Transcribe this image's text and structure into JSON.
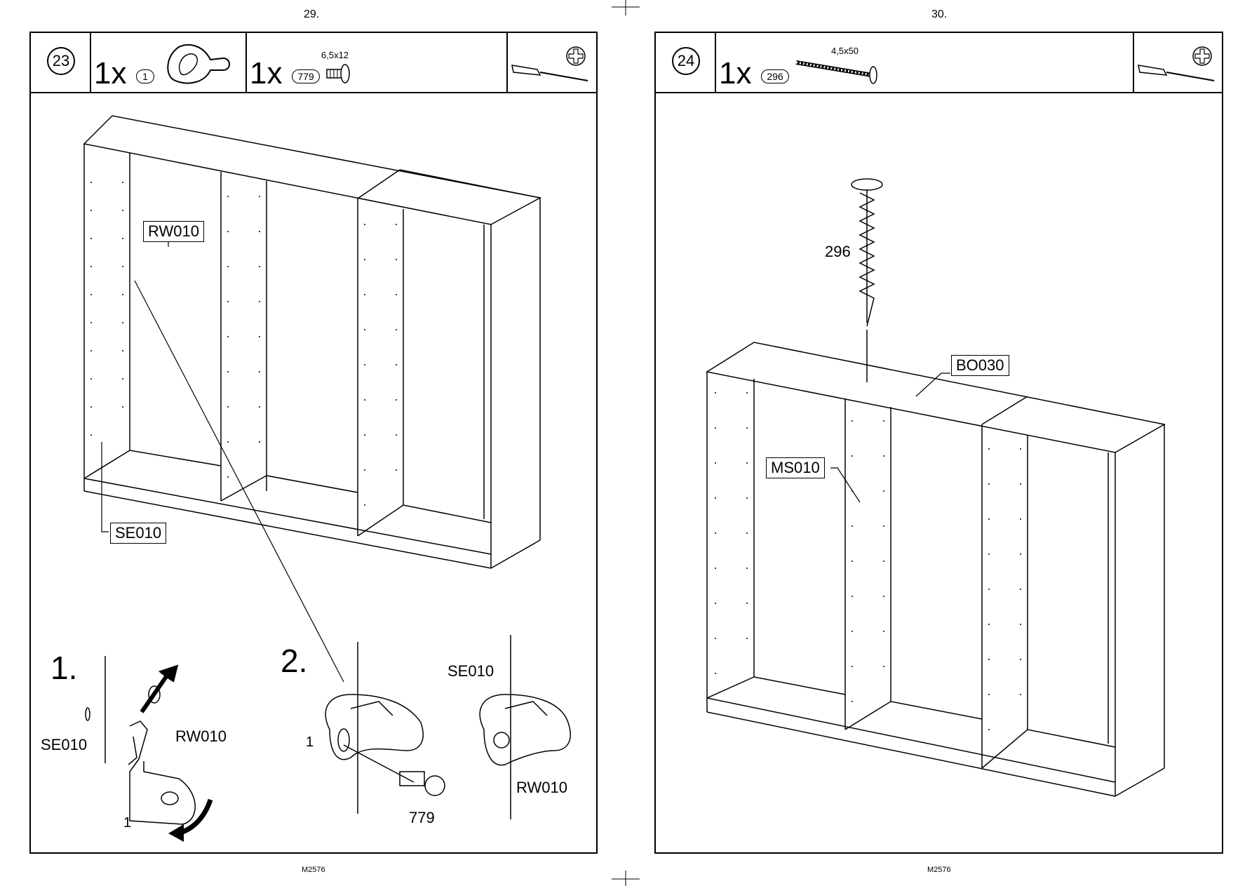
{
  "left_page": {
    "page_number": "29.",
    "footer": "M2576",
    "step": "23",
    "parts": [
      {
        "qty": "1x",
        "part_no": "1",
        "icon": "bracket-icon"
      },
      {
        "qty": "1x",
        "part_no": "779",
        "size": "6,5x12",
        "icon": "short-screw-icon"
      }
    ],
    "tool_icons": [
      "screwdriver-icon",
      "phillips-head-icon"
    ],
    "labels": {
      "rw_main": "RW010",
      "se_main": "SE010"
    },
    "detail1": {
      "num": "1.",
      "se": "SE010",
      "rw": "RW010",
      "part": "1"
    },
    "detail2": {
      "num": "2.",
      "part": "1",
      "screw": "779",
      "se": "SE010",
      "rw": "RW010"
    }
  },
  "right_page": {
    "page_number": "30.",
    "footer": "M2576",
    "step": "24",
    "parts": [
      {
        "qty": "1x",
        "part_no": "296",
        "size": "4,5x50",
        "icon": "long-screw-icon"
      }
    ],
    "tool_icons": [
      "screwdriver-icon",
      "phillips-head-icon"
    ],
    "labels": {
      "screw": "296",
      "bo": "BO030",
      "ms": "MS010"
    }
  }
}
